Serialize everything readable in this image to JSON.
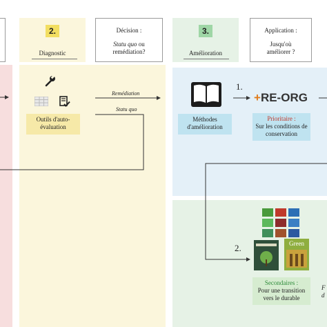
{
  "colors": {
    "pink_band": "#f7dede",
    "yellow_band": "#fbf6dc",
    "blue_band": "#e4f0f8",
    "green_band": "#e6f2e6",
    "yellow_box": "#f6e9a8",
    "number_yellow": "#f2de61",
    "number_green": "#9fd6a6",
    "cyan_box": "#bfe3f0",
    "pale_green_box": "#d6ecd0"
  },
  "header": {
    "step2_number": "2.",
    "step2_title": "Diagnostic",
    "decision_title": "Décision :",
    "decision_body_1": "Statu quo",
    "decision_body_2": "ou",
    "decision_body_3": "remédiation?",
    "step3_number": "3.",
    "step3_title": "Amélioration",
    "application_title": "Application :",
    "application_body": "Jusqu'où améliorer ?"
  },
  "diagnostic": {
    "tools_label": "Outils d'auto-évaluation",
    "remediation_label": "Remédiation",
    "status_quo_label": "Statu quo"
  },
  "improvement": {
    "methods_label": "Méthodes d'amélioration",
    "sub1_number": "1.",
    "logo_plus": "+",
    "logo_text": "RE-ORG",
    "priority_title": "Prioritaire :",
    "priority_body": "Sur les conditions de conservation",
    "sub2_number": "2.",
    "secondary_title": "Secondaires :",
    "secondary_body": "Pour une transition vers le durable",
    "book_cover_title": "Green",
    "edge_text_1": "F",
    "edge_text_2": "d"
  },
  "icons": [
    "wrench-icon",
    "table-icon",
    "checklist-icon",
    "book-icon"
  ]
}
